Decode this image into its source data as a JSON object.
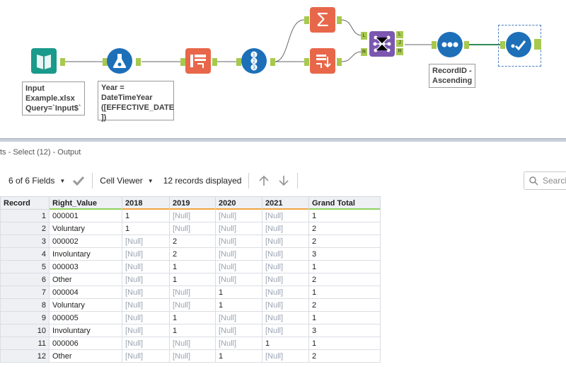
{
  "canvas": {
    "annotations": {
      "input": "Input\nExample.xlsx\nQuery=`Input$`",
      "formula": "Year =\nDateTimeYear\n([EFFECTIVE_DATE\n])",
      "sort": "RecordID -\nAscending"
    },
    "join_ports": {
      "left": "L",
      "join": "J",
      "right": "R"
    },
    "join_inputs": {
      "left": "L",
      "right": "R"
    },
    "numbers_icon": [
      "1",
      "2",
      "3"
    ]
  },
  "results": {
    "title": "ts - Select (12) - Output",
    "fields_label": "6 of 6 Fields",
    "viewer_label": "Cell Viewer",
    "records_label": "12 records displayed",
    "search_placeholder": "Search"
  },
  "table": {
    "columns": [
      "Record",
      "Right_Value",
      "2018",
      "2019",
      "2020",
      "2021",
      "Grand Total"
    ],
    "column_colors": [
      "",
      "#8fd05e",
      "#f0a640",
      "#f0a640",
      "#f0a640",
      "#f0a640",
      "#8fd05e"
    ],
    "rows": [
      [
        "1",
        "000001",
        "1",
        "[Null]",
        "[Null]",
        "[Null]",
        "1"
      ],
      [
        "2",
        "Voluntary",
        "1",
        "[Null]",
        "[Null]",
        "[Null]",
        "2"
      ],
      [
        "3",
        "000002",
        "[Null]",
        "2",
        "[Null]",
        "[Null]",
        "2"
      ],
      [
        "4",
        "Involuntary",
        "[Null]",
        "2",
        "[Null]",
        "[Null]",
        "3"
      ],
      [
        "5",
        "000003",
        "[Null]",
        "1",
        "[Null]",
        "[Null]",
        "1"
      ],
      [
        "6",
        "Other",
        "[Null]",
        "1",
        "[Null]",
        "[Null]",
        "2"
      ],
      [
        "7",
        "000004",
        "[Null]",
        "[Null]",
        "1",
        "[Null]",
        "1"
      ],
      [
        "8",
        "Voluntary",
        "[Null]",
        "[Null]",
        "1",
        "[Null]",
        "2"
      ],
      [
        "9",
        "000005",
        "[Null]",
        "1",
        "[Null]",
        "[Null]",
        "1"
      ],
      [
        "10",
        "Involuntary",
        "[Null]",
        "1",
        "[Null]",
        "[Null]",
        "3"
      ],
      [
        "11",
        "000006",
        "[Null]",
        "[Null]",
        "[Null]",
        "1",
        "1"
      ],
      [
        "12",
        "Other",
        "[Null]",
        "[Null]",
        "1",
        "[Null]",
        "2"
      ]
    ]
  },
  "colors": {
    "input_tool": "#1a9a8a",
    "formula_tool": "#1d6fb8",
    "crosstab_tool": "#e8674a",
    "join_tool": "#7b57b0",
    "sort_tool": "#1d6fb8",
    "select_tool": "#1d6fb8",
    "connector": "#a7c94e",
    "selected_wire": "#2e8b57"
  }
}
